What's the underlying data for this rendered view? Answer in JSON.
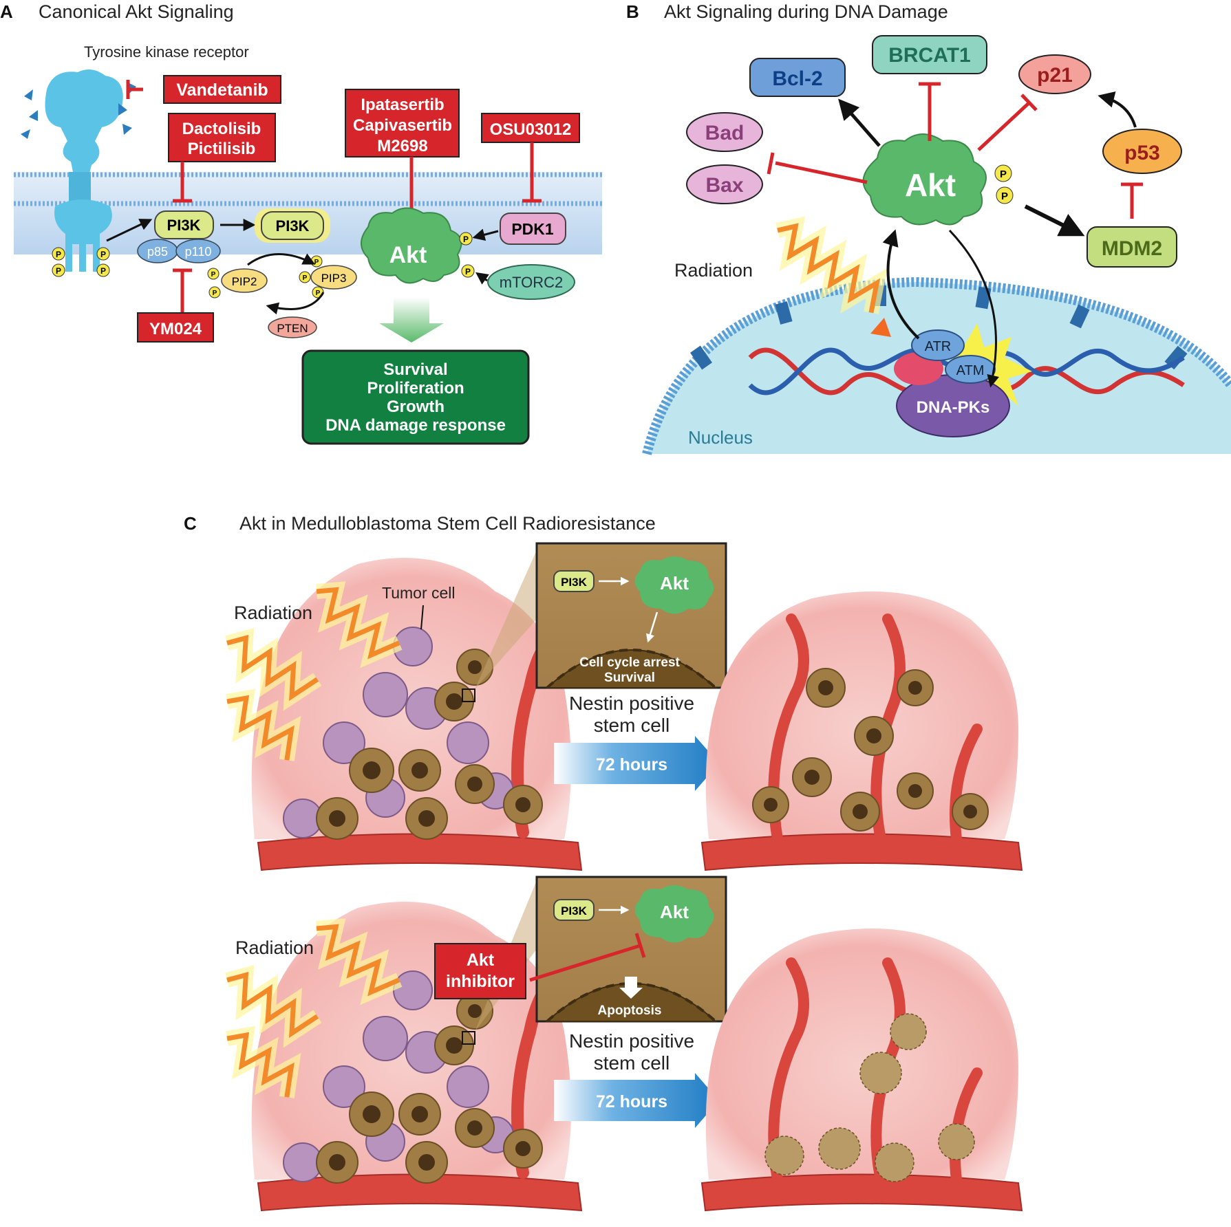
{
  "panel_a": {
    "letter": "A",
    "title": "Canonical Akt Signaling",
    "receptor_label": "Tyrosine kinase receptor",
    "drugs": {
      "vandetanib": "Vandetanib",
      "dactolisib": "Dactolisib",
      "pictilisib": "Pictilisib",
      "ipatasertib": "Ipatasertib",
      "capivasertib": "Capivasertib",
      "m2698": "M2698",
      "osu": "OSU03012",
      "ym024": "YM024"
    },
    "pi3k_label": "PI3K",
    "p85": "p85",
    "p110": "p110",
    "pip2": "PIP2",
    "pip3": "PIP3",
    "pten": "PTEN",
    "akt": "Akt",
    "pdk1": "PDK1",
    "mtorc2": "mTORC2",
    "phospho": "P",
    "outcomes": [
      "Survival",
      "Proliferation",
      "Growth",
      "DNA damage response"
    ]
  },
  "panel_b": {
    "letter": "B",
    "title": "Akt Signaling during DNA Damage",
    "bcl2": "Bcl-2",
    "brcat1": "BRCAT1",
    "p21": "p21",
    "bad": "Bad",
    "bax": "Bax",
    "akt": "Akt",
    "p53": "p53",
    "mdm2": "MDM2",
    "radiation": "Radiation",
    "atr": "ATR",
    "atm": "ATM",
    "dnapk": "DNA-PKs",
    "nucleus": "Nucleus"
  },
  "panel_c": {
    "letter": "C",
    "title": "Akt in Medulloblastoma Stem Cell Radioresistance",
    "tumor_cell": "Tumor cell",
    "radiation": "Radiation",
    "pi3k": "PI3K",
    "akt": "Akt",
    "outcome_top_1": "Cell cycle arrest",
    "outcome_top_2": "Survival",
    "outcome_bottom": "Apoptosis",
    "nestin_1": "Nestin positive",
    "nestin_2": "stem cell",
    "time": "72 hours",
    "inhibitor_1": "Akt",
    "inhibitor_2": "inhibitor"
  },
  "colors": {
    "drug_red": "#d7262b",
    "akt_green": "#5ab86a",
    "pi3k_yellow": "#dbe98a",
    "outcome_green": "#118040",
    "arrow_blue": "#2b86c9",
    "nucleus_blue": "#bfe6ef",
    "tumor_pink": "#f2b9b6",
    "vessel_red": "#d9463e"
  }
}
